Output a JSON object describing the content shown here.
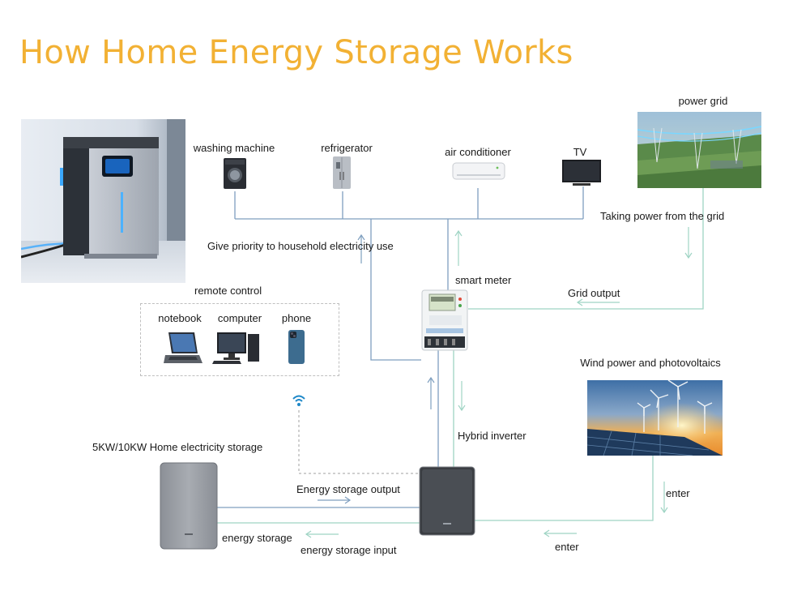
{
  "title": "How Home Energy Storage Works",
  "appliances": {
    "washing_machine": "washing machine",
    "refrigerator": "refrigerator",
    "air_conditioner": "air conditioner",
    "tv": "TV"
  },
  "labels": {
    "power_grid": "power grid",
    "taking_power": "Taking power from the grid",
    "priority": "Give priority to household electricity use",
    "remote_control": "remote control",
    "smart_meter": "smart meter",
    "grid_output": "Grid output",
    "wind_pv": "Wind power and photovoltaics",
    "hybrid_inverter": "Hybrid inverter",
    "storage_unit": "5KW/10KW Home electricity storage",
    "storage_output": "Energy storage output",
    "energy_storage": "energy storage",
    "storage_input": "energy storage input",
    "enter_right": "enter",
    "enter_bottom": "enter"
  },
  "remote_devices": {
    "notebook": "notebook",
    "computer": "computer",
    "phone": "phone"
  },
  "colors": {
    "title": "#f2b134",
    "wire_blue": "#7f9fbf",
    "wire_green": "#9fd4c4",
    "wifi": "#1e88c8"
  }
}
